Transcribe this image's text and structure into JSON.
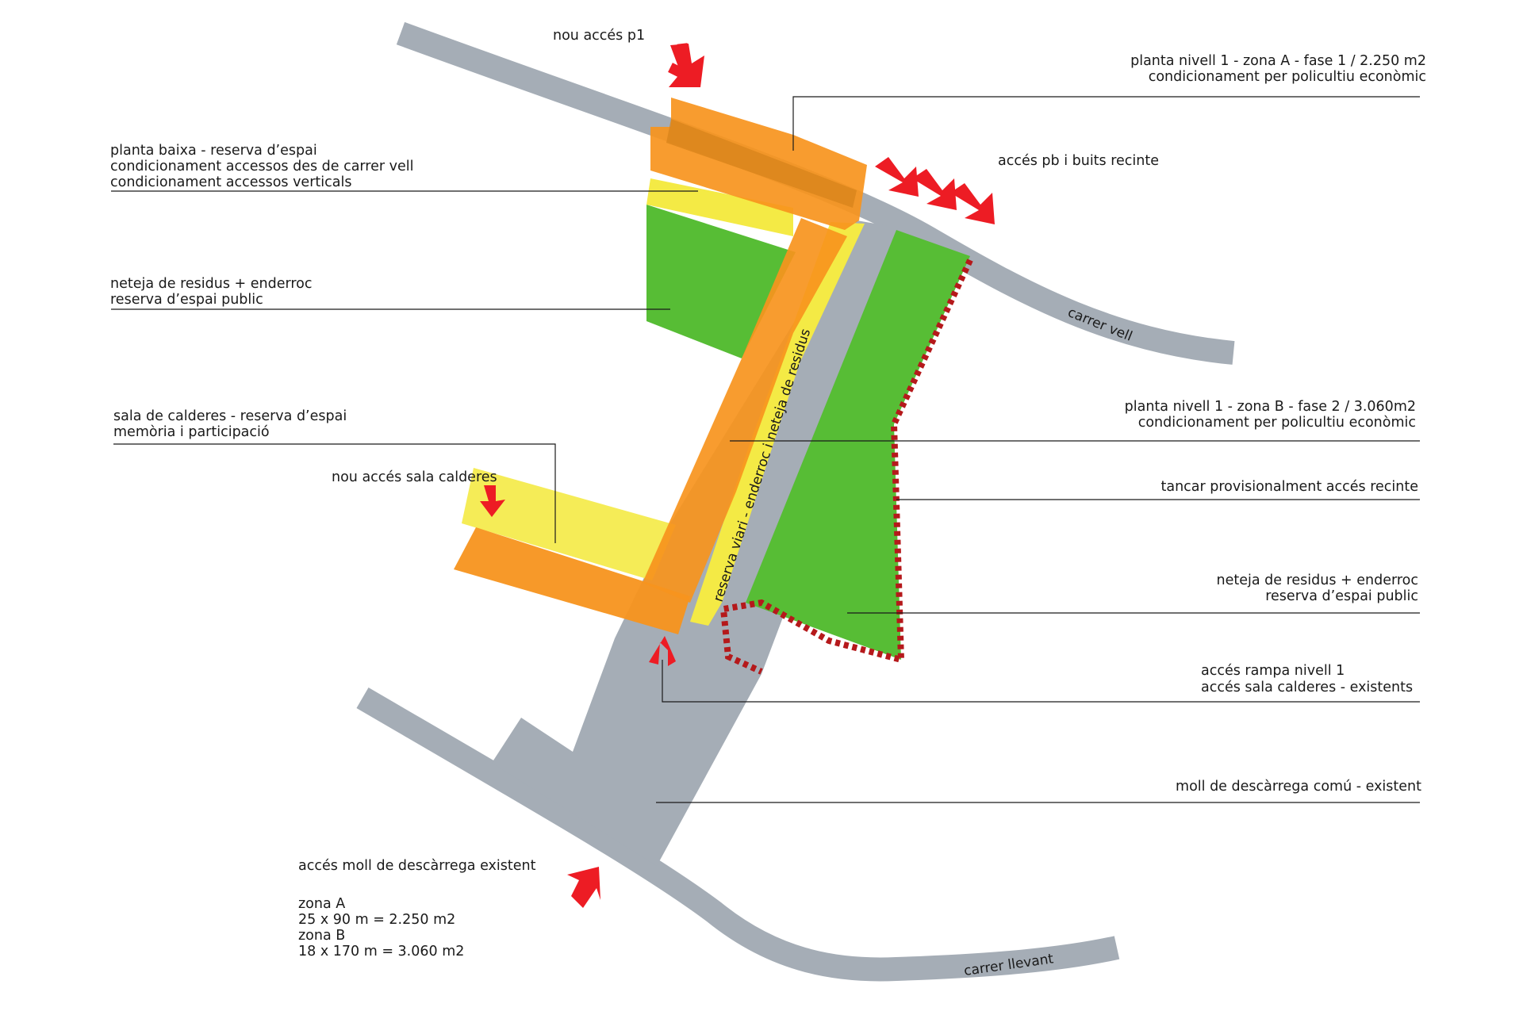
{
  "labels": {
    "nou_acces_p1": "nou accés p1",
    "planta_nivell1_zonaA": [
      "planta nivell 1 - zona A - fase 1 / 2.250 m2",
      "condicionament per policultiu econòmic"
    ],
    "planta_baixa": [
      "planta baixa - reserva d’espai",
      "condicionament accessos des  de carrer vell",
      "condicionament accessos verticals"
    ],
    "acces_pb": "accés pb i buits recinte",
    "neteja_left": [
      "neteja de residus + enderroc",
      "reserva d’espai public"
    ],
    "carrer_vell": "carrer vell",
    "sala_calderes": [
      "sala de calderes - reserva d’espai",
      "memòria i participació"
    ],
    "planta_nivell1_zonaB": [
      "planta nivell 1 - zona B - fase 2 / 3.060m2",
      "condicionament per policultiu econòmic"
    ],
    "nou_acces_sala": "nou accés sala calderes",
    "tancar": "tancar provisionalment accés recinte",
    "reserva_viari": "reserva viari - enderroc i neteja de residus",
    "neteja_right": [
      "neteja de residus + enderroc",
      "reserva d’espai public"
    ],
    "acces_rampa": [
      "accés rampa nivell 1",
      "accés sala calderes - existents"
    ],
    "moll": "moll de descàrrega comú - existent",
    "acces_moll": "accés moll de descàrrega existent",
    "zones": [
      "zona A",
      "25 x 90 m = 2.250 m2",
      "zona B",
      "18 x 170 m = 3.060 m2"
    ],
    "carrer_llevant": "carrer llevant"
  },
  "colors": {
    "street": "#a5adb6",
    "orange": "#f7941d",
    "yellow": "#f4ea45",
    "green": "#57bd35",
    "arrow": "#ed1c24",
    "fence": "#b5191b",
    "leader": "#1a1a1a"
  },
  "icons": [
    "access-arrow-icon"
  ]
}
